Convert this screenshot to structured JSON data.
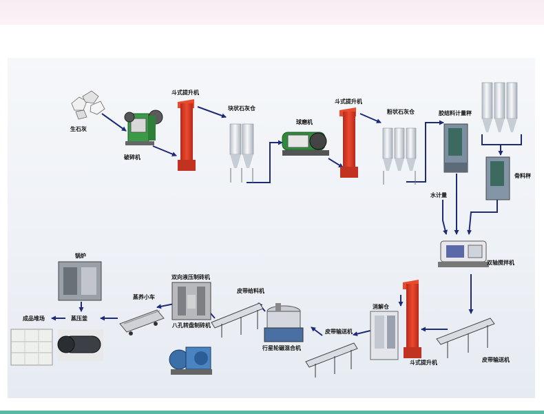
{
  "labels": {
    "quicklime": "生石灰",
    "crusher": "破碎机",
    "bucket_elevator_1": "斗式提升机",
    "lump_lime_silo": "块状石灰仓",
    "ball_mill": "球磨机",
    "bucket_elevator_2": "斗式提升机",
    "powder_lime_silo": "粉状石灰仓",
    "binder_scale": "胶结料计量秤",
    "aggregate_scale": "骨料秤",
    "water_meter": "水计量",
    "twin_shaft_mixer": "双轴搅拌机",
    "belt_conveyor_right": "皮带输送机",
    "slaking_silo": "消解仓",
    "bucket_elevator_3": "斗式提升机",
    "belt_conveyor_mid": "皮带输送机",
    "planetary_mixer": "行星轮碾混合机",
    "belt_feeder": "皮带给料机",
    "hydraulic_brick_press": "双向液压制砖机",
    "eight_hole_press": "八孔转盘制砖机",
    "curing_cart": "蒸养小车",
    "boiler": "锅炉",
    "autoclave": "蒸压釜",
    "finished_yard": "成品堆场"
  },
  "colors": {
    "arrow": "#1c2a78",
    "elevator": "#d8321e",
    "silo": "#eceff3",
    "crusher_green": "#3a9a48",
    "mill_green": "#2f8a3c",
    "mixer_blue": "#5a6aa8"
  }
}
